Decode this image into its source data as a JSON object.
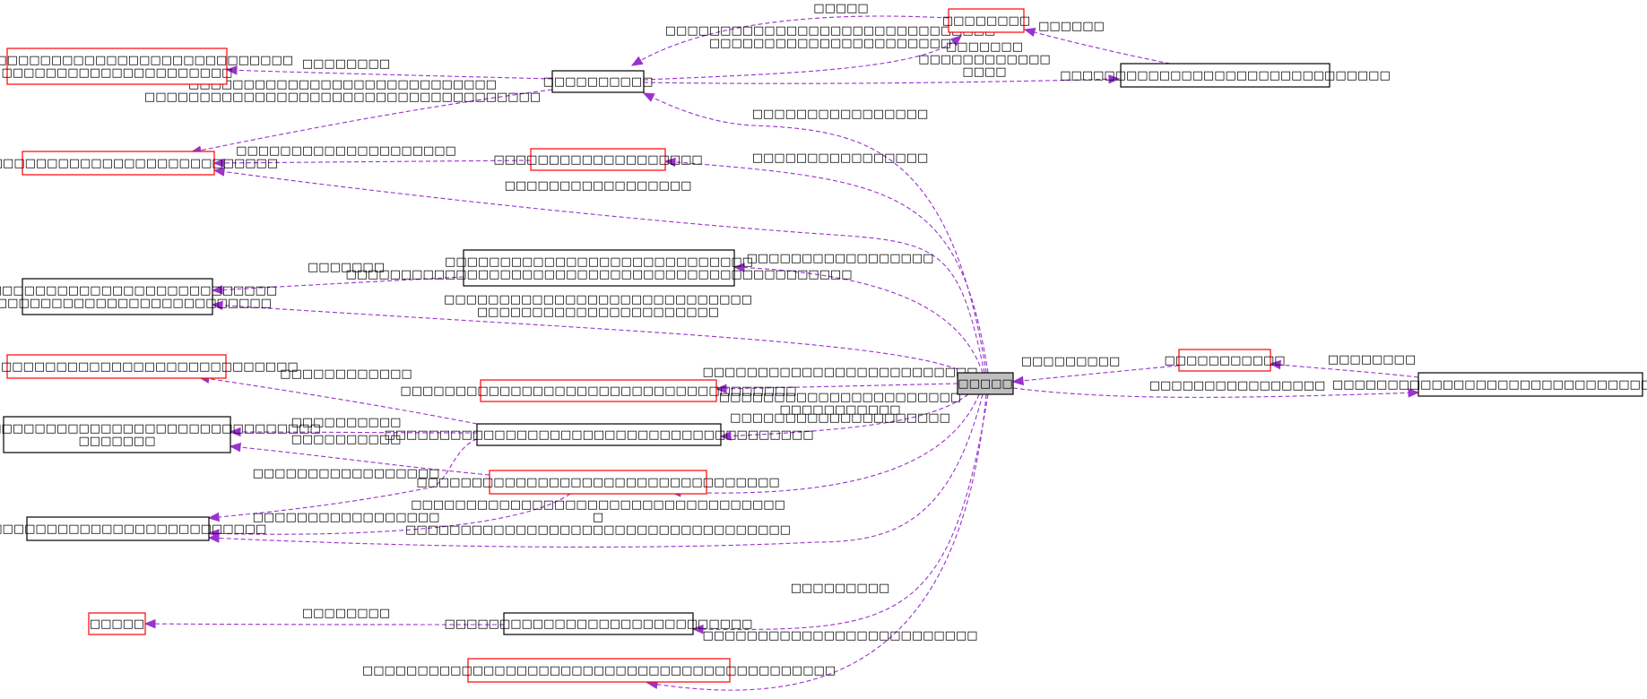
{
  "colors": {
    "edge": "#9a32cd",
    "node_border_documented": "#000000",
    "node_border_undocumented": "#ff0000",
    "focus_fill": "#bfbfbf"
  },
  "nodes": [
    {
      "id": "focus",
      "border": "black",
      "focus": true,
      "lines": [
        "□□□□□"
      ]
    },
    {
      "id": "n_tr1",
      "border": "red",
      "lines": [
        "□□□□□□□□"
      ]
    },
    {
      "id": "n_tr2",
      "border": "black",
      "lines": [
        "□□□□□□□□□□□□□□□□□□□□□□□□□□□□□□"
      ]
    },
    {
      "id": "n_mid1",
      "border": "black",
      "lines": [
        "□□□□□□□□□□"
      ]
    },
    {
      "id": "n_l1",
      "border": "red",
      "lines": [
        "□□□□□□□□□□□□□□□□□□□□□□□□□□□□□□□□",
        "□□□□□□□□□□□□□□□□□□□□□"
      ]
    },
    {
      "id": "n_l2",
      "border": "red",
      "lines": [
        "□□□□□□□□□□□□□□□□□□□□□□□□□□□□□"
      ]
    },
    {
      "id": "n_mid2",
      "border": "red",
      "lines": [
        "□□□□□□□□□□□□□□□□□□□"
      ]
    },
    {
      "id": "n_mid3",
      "border": "black",
      "lines": [
        "□□□□□□□□□□□□□□□□□□□□□□□□□□□□",
        "□□□□□□□□□□□□□□□□□□□□□□□□□□□□□□□□□□□□□□□□□□□□□□"
      ]
    },
    {
      "id": "n_l3",
      "border": "black",
      "lines": [
        "□□□□□□□□□□□□□□□□□□□□□□□□□□□□□",
        "□□□□□□□□□□□□□□□□□□□□□□□□□□□□"
      ]
    },
    {
      "id": "n_l4",
      "border": "red",
      "lines": [
        "□□□□□□□□□□□□□□□□□□□□□□□□□□□□□□□□□"
      ]
    },
    {
      "id": "n_mid4",
      "border": "red",
      "lines": [
        "□□□□□□□□□□□□□□□□□□□□□□□□□□□□□□□□□□□□"
      ]
    },
    {
      "id": "n_l5",
      "border": "black",
      "lines": [
        "□□□□□□□□□□□□□□□□□□□□□□□□□□□□□□□□□□□□□",
        "□□□□□□□"
      ]
    },
    {
      "id": "n_mid5",
      "border": "black",
      "lines": [
        "□□□□□□□□□□□□□□□□□□□□□□□□□□□□□□□□□□□□□□□"
      ]
    },
    {
      "id": "n_mid6",
      "border": "red",
      "lines": [
        "□□□□□□□□□□□□□□□□□□□□□□□□□□□□□□□□□"
      ]
    },
    {
      "id": "n_l6",
      "border": "black",
      "lines": [
        "□□□□□□□□□□□□□□□□□□□□□□□□□□□"
      ]
    },
    {
      "id": "n_l7",
      "border": "red",
      "lines": [
        "□□□□□"
      ]
    },
    {
      "id": "n_mid7",
      "border": "black",
      "lines": [
        "□□□□□□□□□□□□□□□□□□□□□□□□□□□□"
      ]
    },
    {
      "id": "n_mid8",
      "border": "red",
      "lines": [
        "□□□□□□□□□□□□□□□□□□□□□□□□□□□□□□□□□□□□□□□□□□□"
      ]
    },
    {
      "id": "n_r1",
      "border": "red",
      "lines": [
        "□□□□□□□□□□□"
      ]
    },
    {
      "id": "n_r2",
      "border": "black",
      "lines": [
        "□□□□□□□□□□□□□□□□□□□□□□□□□□□□□□□□□□□□"
      ]
    }
  ],
  "edges": [
    {
      "id": "e1",
      "from": "n_tr1",
      "to": "n_mid1",
      "lines": [
        "□□□□□"
      ]
    },
    {
      "id": "e2",
      "from": "n_tr2",
      "to": "n_tr1",
      "lines": [
        "□□□□□□"
      ]
    },
    {
      "id": "e3",
      "from": "n_mid1",
      "to": "n_tr1",
      "lines": [
        "□□□□□□□□□□□□□□□□□□□□□□□□□□□□□□",
        "□□□□□□□□□□□□□□□□□□□□□□"
      ]
    },
    {
      "id": "e4",
      "from": "n_mid1",
      "to": "n_tr2",
      "lines": [
        "□□□□□□□",
        "□□□□□□□□□□□□",
        "□□□□"
      ]
    },
    {
      "id": "e5",
      "from": "n_mid1",
      "to": "n_l1",
      "lines": [
        "□□□□□□□□"
      ]
    },
    {
      "id": "e6",
      "from": "n_mid1",
      "to": "n_l2",
      "lines": [
        "□□□□□□□□□□□□□□□□□□□□□□□□□□□□",
        "□□□□□□□□□□□□□□□□□□□□□□□□□□□□□□□□□□□□"
      ]
    },
    {
      "id": "e7",
      "from": "focus",
      "to": "n_mid1",
      "lines": [
        "□□□□□□□□□□□□□□□□"
      ]
    },
    {
      "id": "e8",
      "from": "n_mid2",
      "to": "n_l2",
      "lines": [
        "□□□□□□□□□□□□□□□□□□□□"
      ]
    },
    {
      "id": "e9",
      "from": "focus",
      "to": "n_mid2",
      "lines": [
        "□□□□□□□□□□□□□□□□"
      ]
    },
    {
      "id": "e10",
      "from": "focus",
      "to": "n_l2",
      "lines": [
        "□□□□□□□□□□□□□□□□□"
      ]
    },
    {
      "id": "e11",
      "from": "n_mid3",
      "to": "n_l3",
      "lines": [
        "□□□□□□□"
      ]
    },
    {
      "id": "e12",
      "from": "focus",
      "to": "n_mid3",
      "lines": [
        "□□□□□□□□□□□□□□□□□"
      ]
    },
    {
      "id": "e13",
      "from": "focus",
      "to": "n_l3",
      "lines": [
        "□□□□□□□□□□□□□□□□□□□□□□□□□□□□",
        "□□□□□□□□□□□□□□□□□□□□□□"
      ]
    },
    {
      "id": "e14",
      "from": "n_mid5",
      "to": "n_l4",
      "lines": [
        "□□□□□□□□□□□□"
      ]
    },
    {
      "id": "e15",
      "from": "focus",
      "to": "n_mid4",
      "lines": [
        "□□□□□□□□□□□□□□□□□□□□□□□□□"
      ]
    },
    {
      "id": "e16",
      "from": "n_mid5",
      "to": "n_l5",
      "lines": [
        "□□□□□□□□□□"
      ]
    },
    {
      "id": "e17",
      "from": "n_mid6",
      "to": "n_l5",
      "lines": [
        "□□□□□□□□□□"
      ]
    },
    {
      "id": "e18",
      "from": "focus",
      "to": "n_mid5",
      "lines": [
        "□□□□□□□□□□□□□□□□□□□□□□",
        "□□□□□□□□□□□"
      ]
    },
    {
      "id": "e19",
      "from": "n_mid5",
      "to": "n_l6",
      "lines": [
        "□□□□□□□□□□□□□□□□□"
      ]
    },
    {
      "id": "e20",
      "from": "focus",
      "to": "n_mid6",
      "lines": [
        "□□□□□□□□□□□□□□□□□□□□"
      ]
    },
    {
      "id": "e21",
      "from": "n_mid6",
      "to": "n_l6",
      "lines": [
        "□□□□□□□□□□□□□□□□□"
      ]
    },
    {
      "id": "e22",
      "from": "focus",
      "to": "n_l6",
      "lines": [
        "□□□□□□□□□□□□□□□□□□□□□□□□□□□□□□□□□□",
        "□",
        "□□□□□□□□□□□□□□□□□□□□□□□□□□□□□□□□□□□"
      ]
    },
    {
      "id": "e23",
      "from": "n_mid7",
      "to": "n_l7",
      "lines": [
        "□□□□□□□□"
      ]
    },
    {
      "id": "e24",
      "from": "focus",
      "to": "n_mid7",
      "lines": [
        "□□□□□□□□□"
      ]
    },
    {
      "id": "e25",
      "from": "focus",
      "to": "n_mid8",
      "lines": [
        "□□□□□□□□□□□□□□□□□□□□□□□□□"
      ]
    },
    {
      "id": "e26",
      "from": "n_r1",
      "to": "focus",
      "lines": [
        "□□□□□□□□□"
      ]
    },
    {
      "id": "e27",
      "from": "n_r2",
      "to": "n_r1",
      "lines": [
        "□□□□□□□□"
      ]
    },
    {
      "id": "e28",
      "from": "focus",
      "to": "n_r2",
      "lines": [
        "□□□□□□□□□□□□□□□□"
      ]
    }
  ]
}
